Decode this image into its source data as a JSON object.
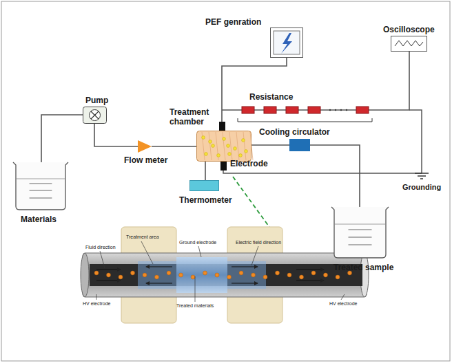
{
  "diagram": {
    "nodes": [
      {
        "text": [
          "PEF genration"
        ]
      },
      {
        "text": [
          "Oscilloscope"
        ]
      },
      {
        "text": [
          "Resistance"
        ]
      },
      {
        "text": [
          "Pump"
        ]
      },
      {
        "text": [
          "Treatment chamber"
        ]
      },
      {
        "text": [
          "Cooling circulator"
        ]
      },
      {
        "text": [
          "Flow meter"
        ]
      },
      {
        "text": [
          "Materials"
        ]
      },
      {
        "text": [
          "Thermometer"
        ]
      },
      {
        "text": [
          "Treated sample"
        ]
      }
    ],
    "edges": [
      {
        "from": 7,
        "to": 3,
        "arrow": "none"
      },
      {
        "from": 3,
        "to": 6,
        "arrow": "none"
      },
      {
        "from": 6,
        "to": 4,
        "arrow": "none"
      },
      {
        "from": 4,
        "to": 5,
        "arrow": "none"
      },
      {
        "from": 5,
        "to": 9,
        "arrow": "none"
      },
      {
        "from": 0,
        "to": 4,
        "arrow": "none"
      },
      {
        "from": 2,
        "to": 1,
        "arrow": "none"
      },
      {
        "from": 4,
        "to": 8,
        "arrow": "none"
      }
    ],
    "labels": [
      "Electrode",
      "Grounding",
      "Treatment area",
      "Ground electrode",
      "Fluid direction",
      "Electric field direction",
      "HV electrode",
      "Treated materials",
      "HV electrode"
    ]
  }
}
